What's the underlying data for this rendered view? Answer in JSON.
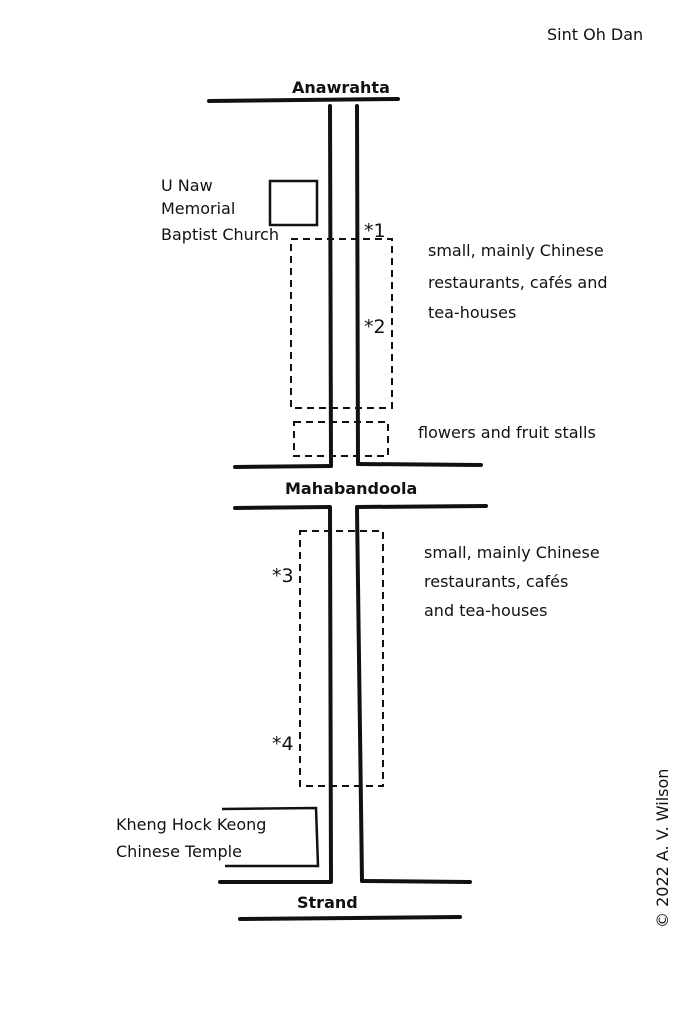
{
  "title": "Sint Oh Dan",
  "roads": {
    "north": "Anawrahta",
    "middle": "Mahabandoola",
    "south": "Strand"
  },
  "landmarks": {
    "church": [
      "U Naw",
      "Memorial",
      "Baptist Church"
    ],
    "temple": [
      "Kheng Hock Keong",
      "Chinese Temple"
    ]
  },
  "areas": {
    "north_shops": [
      "small, mainly Chinese",
      "restaurants, cafés and",
      "tea-houses"
    ],
    "stalls": "flowers and fruit stalls",
    "south_shops": [
      "small, mainly Chinese",
      "restaurants, cafés",
      "and tea-houses"
    ]
  },
  "markers": [
    "*1",
    "*2",
    "*3",
    "*4"
  ],
  "copyright": "© 2022  A. V. Wilson"
}
